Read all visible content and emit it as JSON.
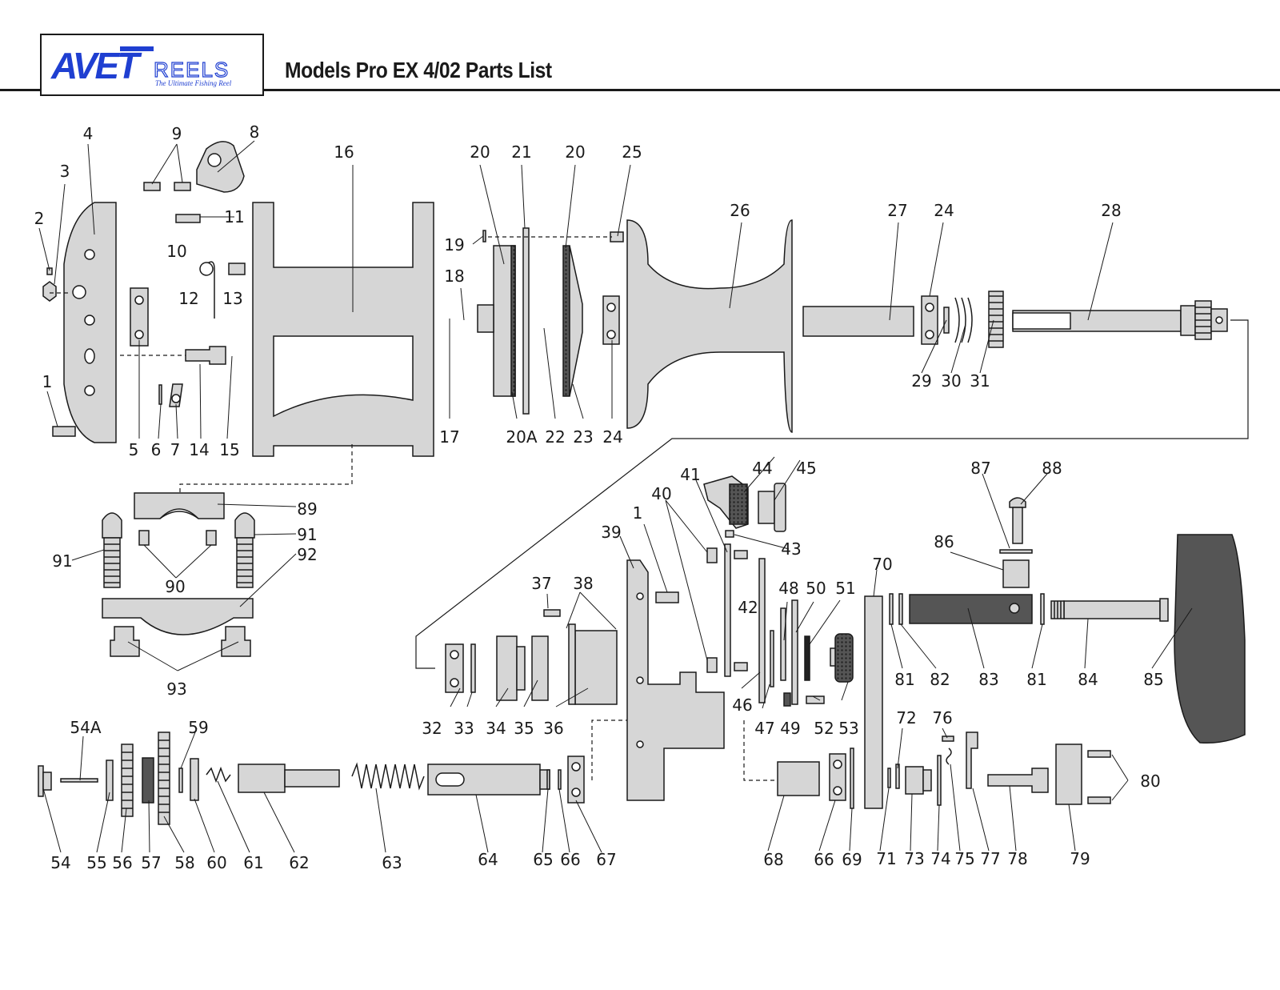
{
  "header": {
    "title": "Models  Pro EX 4/02 Parts List",
    "logo": {
      "mark": "AVET",
      "word": "REELS",
      "tagline": "The Ultimate Fishing Reel",
      "brand_color": "#1f3fd1"
    }
  },
  "colors": {
    "part_fill": "#d6d6d6",
    "dark_fill": "#555555",
    "outline": "#1a1a1a"
  },
  "callouts": [
    {
      "id": "c1",
      "text": "1"
    },
    {
      "id": "c2",
      "text": "2"
    },
    {
      "id": "c3",
      "text": "3"
    },
    {
      "id": "c4",
      "text": "4"
    },
    {
      "id": "c5",
      "text": "5"
    },
    {
      "id": "c6",
      "text": "6"
    },
    {
      "id": "c7",
      "text": "7"
    },
    {
      "id": "c8",
      "text": "8"
    },
    {
      "id": "c9",
      "text": "9"
    },
    {
      "id": "c10",
      "text": "10"
    },
    {
      "id": "c11",
      "text": "11"
    },
    {
      "id": "c12",
      "text": "12"
    },
    {
      "id": "c13",
      "text": "13"
    },
    {
      "id": "c14",
      "text": "14"
    },
    {
      "id": "c15",
      "text": "15"
    },
    {
      "id": "c16",
      "text": "16"
    },
    {
      "id": "c17",
      "text": "17"
    },
    {
      "id": "c18",
      "text": "18"
    },
    {
      "id": "c19",
      "text": "19"
    },
    {
      "id": "c20a",
      "text": "20"
    },
    {
      "id": "c21",
      "text": "21"
    },
    {
      "id": "c20b",
      "text": "20"
    },
    {
      "id": "c20A",
      "text": "20A"
    },
    {
      "id": "c22",
      "text": "22"
    },
    {
      "id": "c23",
      "text": "23"
    },
    {
      "id": "c24a",
      "text": "24"
    },
    {
      "id": "c25",
      "text": "25"
    },
    {
      "id": "c26",
      "text": "26"
    },
    {
      "id": "c27",
      "text": "27"
    },
    {
      "id": "c24b",
      "text": "24"
    },
    {
      "id": "c28",
      "text": "28"
    },
    {
      "id": "c29",
      "text": "29"
    },
    {
      "id": "c30",
      "text": "30"
    },
    {
      "id": "c31",
      "text": "31"
    },
    {
      "id": "c32",
      "text": "32"
    },
    {
      "id": "c33",
      "text": "33"
    },
    {
      "id": "c34",
      "text": "34"
    },
    {
      "id": "c35",
      "text": "35"
    },
    {
      "id": "c36",
      "text": "36"
    },
    {
      "id": "c37",
      "text": "37"
    },
    {
      "id": "c38",
      "text": "38"
    },
    {
      "id": "c39",
      "text": "39"
    },
    {
      "id": "c1b",
      "text": "1"
    },
    {
      "id": "c40",
      "text": "40"
    },
    {
      "id": "c41",
      "text": "41"
    },
    {
      "id": "c42",
      "text": "42"
    },
    {
      "id": "c43",
      "text": "43"
    },
    {
      "id": "c44",
      "text": "44"
    },
    {
      "id": "c45",
      "text": "45"
    },
    {
      "id": "c46",
      "text": "46"
    },
    {
      "id": "c47",
      "text": "47"
    },
    {
      "id": "c48",
      "text": "48"
    },
    {
      "id": "c49",
      "text": "49"
    },
    {
      "id": "c50",
      "text": "50"
    },
    {
      "id": "c51",
      "text": "51"
    },
    {
      "id": "c52",
      "text": "52"
    },
    {
      "id": "c53",
      "text": "53"
    },
    {
      "id": "c54",
      "text": "54"
    },
    {
      "id": "c54A",
      "text": "54A"
    },
    {
      "id": "c55",
      "text": "55"
    },
    {
      "id": "c56",
      "text": "56"
    },
    {
      "id": "c57",
      "text": "57"
    },
    {
      "id": "c58",
      "text": "58"
    },
    {
      "id": "c59",
      "text": "59"
    },
    {
      "id": "c60",
      "text": "60"
    },
    {
      "id": "c61",
      "text": "61"
    },
    {
      "id": "c62",
      "text": "62"
    },
    {
      "id": "c63",
      "text": "63"
    },
    {
      "id": "c64",
      "text": "64"
    },
    {
      "id": "c65",
      "text": "65"
    },
    {
      "id": "c66a",
      "text": "66"
    },
    {
      "id": "c67",
      "text": "67"
    },
    {
      "id": "c68",
      "text": "68"
    },
    {
      "id": "c66b",
      "text": "66"
    },
    {
      "id": "c69",
      "text": "69"
    },
    {
      "id": "c70",
      "text": "70"
    },
    {
      "id": "c71",
      "text": "71"
    },
    {
      "id": "c72",
      "text": "72"
    },
    {
      "id": "c73",
      "text": "73"
    },
    {
      "id": "c74",
      "text": "74"
    },
    {
      "id": "c75",
      "text": "75"
    },
    {
      "id": "c76",
      "text": "76"
    },
    {
      "id": "c77",
      "text": "77"
    },
    {
      "id": "c78",
      "text": "78"
    },
    {
      "id": "c79",
      "text": "79"
    },
    {
      "id": "c80",
      "text": "80"
    },
    {
      "id": "c81a",
      "text": "81"
    },
    {
      "id": "c82",
      "text": "82"
    },
    {
      "id": "c83",
      "text": "83"
    },
    {
      "id": "c81b",
      "text": "81"
    },
    {
      "id": "c84",
      "text": "84"
    },
    {
      "id": "c85",
      "text": "85"
    },
    {
      "id": "c86",
      "text": "86"
    },
    {
      "id": "c87",
      "text": "87"
    },
    {
      "id": "c88",
      "text": "88"
    },
    {
      "id": "c89",
      "text": "89"
    },
    {
      "id": "c90",
      "text": "90"
    },
    {
      "id": "c91a",
      "text": "91"
    },
    {
      "id": "c91b",
      "text": "91"
    },
    {
      "id": "c92",
      "text": "92"
    },
    {
      "id": "c93",
      "text": "93"
    }
  ]
}
